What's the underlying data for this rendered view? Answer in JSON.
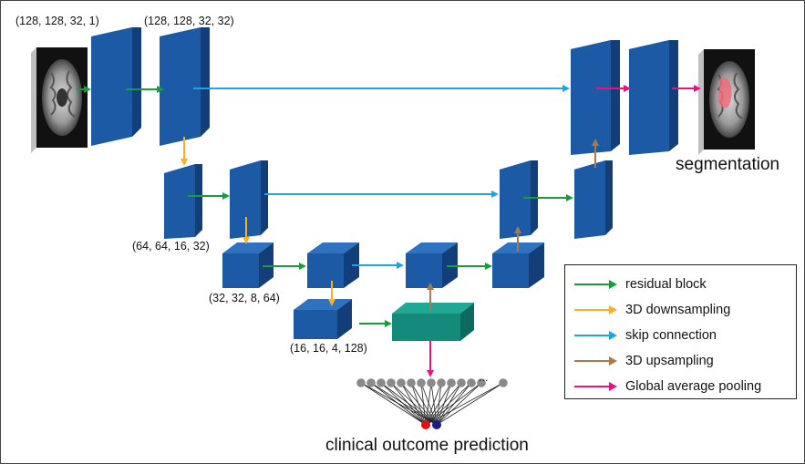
{
  "labels": {
    "input_shape": "(128, 128, 32, 1)",
    "level1_shape": "(128, 128, 32, 32)",
    "level2_shape": "(64, 64, 16, 32)",
    "level3_shape": "(32, 32, 8, 64)",
    "bottleneck_shape": "(16, 16, 4, 128)",
    "segmentation": "segmentation",
    "clinical": "clinical outcome prediction",
    "ellipsis": "..."
  },
  "legend": [
    {
      "label": "residual block",
      "color": "#1a9c3e",
      "icon": "green-arrow-icon"
    },
    {
      "label": "3D downsampling",
      "color": "#f5b12a",
      "icon": "yellow-arrow-icon"
    },
    {
      "label": "skip connection",
      "color": "#1fa3e6",
      "icon": "blue-arrow-icon"
    },
    {
      "label": "3D upsampling",
      "color": "#a8794a",
      "icon": "brown-arrow-icon"
    },
    {
      "label": "Global average pooling",
      "color": "#e0157f",
      "icon": "magenta-arrow-icon"
    }
  ],
  "colors": {
    "block_front": "#1d5aa6",
    "block_top": "#2f72c0",
    "block_side": "#123f7a",
    "bottleneck_front": "#138a7a",
    "bottleneck_top": "#1fa894",
    "bottleneck_side": "#0d6a5e",
    "node": "#8a8a8a",
    "output_red": "#e01010",
    "output_blue": "#1a1a8a"
  }
}
